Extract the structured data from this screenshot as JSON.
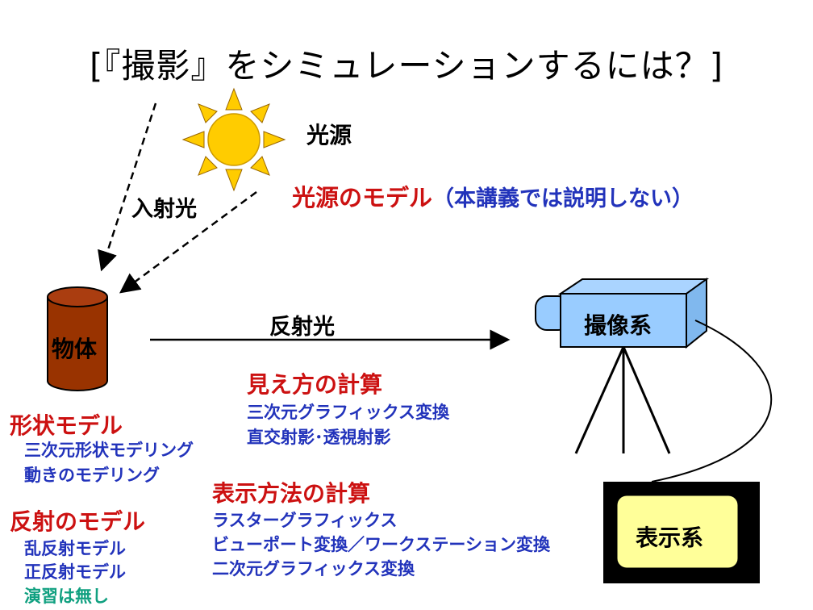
{
  "title": "[『撮影』をシミュレーションするには？]",
  "light_source": {
    "label": "光源",
    "model_heading": "光源のモデル",
    "model_note": "（本講義では説明しない）",
    "incident_label": "入射光"
  },
  "object": {
    "label": "物体",
    "reflected_label": "反射光"
  },
  "shape_model": {
    "heading": "形状モデル",
    "items": [
      "三次元形状モデリング",
      "動きのモデリング"
    ]
  },
  "reflection_model": {
    "heading": "反射のモデル",
    "items": [
      "乱反射モデル",
      "正反射モデル"
    ],
    "note": "演習は無し"
  },
  "appearance": {
    "heading": "見え方の計算",
    "items": [
      "三次元グラフィックス変換",
      "直交射影･透視射影"
    ]
  },
  "display_method": {
    "heading": "表示方法の計算",
    "items": [
      "ラスターグラフィックス",
      "ビューポート変換／ワークステーション変換",
      "二次元グラフィックス変換"
    ]
  },
  "camera": {
    "label": "撮像系"
  },
  "display": {
    "label": "表示系"
  },
  "colors": {
    "sun": "#ffcc00",
    "object": "#993300",
    "camera": "#99ccff",
    "display_screen": "#ffff99",
    "heading_red": "#cc1111",
    "item_blue": "#2233bb",
    "note_green": "#10a080"
  }
}
